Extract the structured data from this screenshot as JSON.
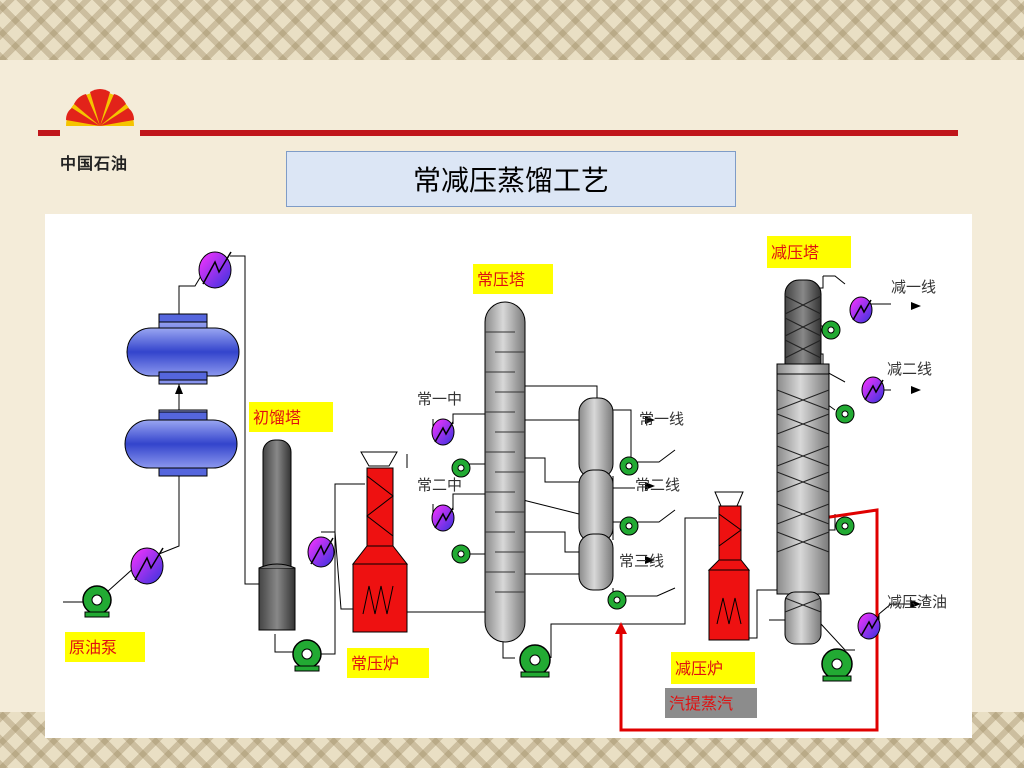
{
  "title": "常减压蒸馏工艺",
  "logo": {
    "text": "中国石油",
    "icon": "petrochina-logo-icon",
    "colors": {
      "red": "#e2231a",
      "yellow": "#f5c400"
    }
  },
  "accent_colors": {
    "red_line": "#c0161b",
    "title_fill": "#dce6f5",
    "label_fill": "#ffff00",
    "label_text": "#e01010",
    "pump": "#22aa33",
    "exchanger": "#5566dd",
    "heater_red": "#ee1111"
  },
  "labels": {
    "crude_pump": "原油泵",
    "prefrac": "初馏塔",
    "atm_tower": "常压塔",
    "atm_furnace": "常压炉",
    "vac_tower": "减压塔",
    "vac_furnace": "减压炉",
    "stripping_steam": "汽提蒸汽"
  },
  "streams": {
    "atm_pa1": "常一中",
    "atm_pa2": "常二中",
    "atm_line1": "常一线",
    "atm_line2": "常二线",
    "atm_line3": "常三线",
    "vac_line1": "减一线",
    "vac_line2": "减二线",
    "vac_residue": "减压渣油"
  }
}
